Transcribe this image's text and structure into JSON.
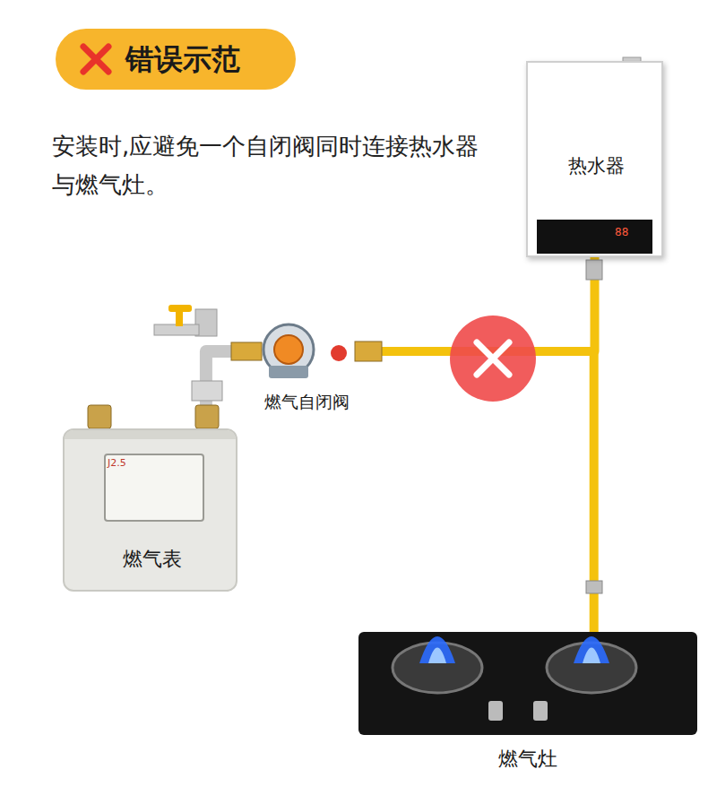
{
  "diagram": {
    "title": "错误示范",
    "nodes": [
      {
        "text": [
          "热水器"
        ]
      },
      {
        "text": [
          "燃气自闭阀"
        ]
      },
      {
        "text": [
          "燃气表"
        ]
      },
      {
        "text": [
          "燃气灶"
        ]
      }
    ],
    "edges": [
      {
        "from": 2,
        "to": 1,
        "arrow": "none"
      },
      {
        "from": 1,
        "to": 0,
        "arrow": "none"
      },
      {
        "from": 1,
        "to": 3,
        "arrow": "none"
      }
    ],
    "labels": [
      "安装时,应避免一个自闭阀同时连接热水器与燃气灶。",
      "J2.5",
      "88"
    ]
  }
}
